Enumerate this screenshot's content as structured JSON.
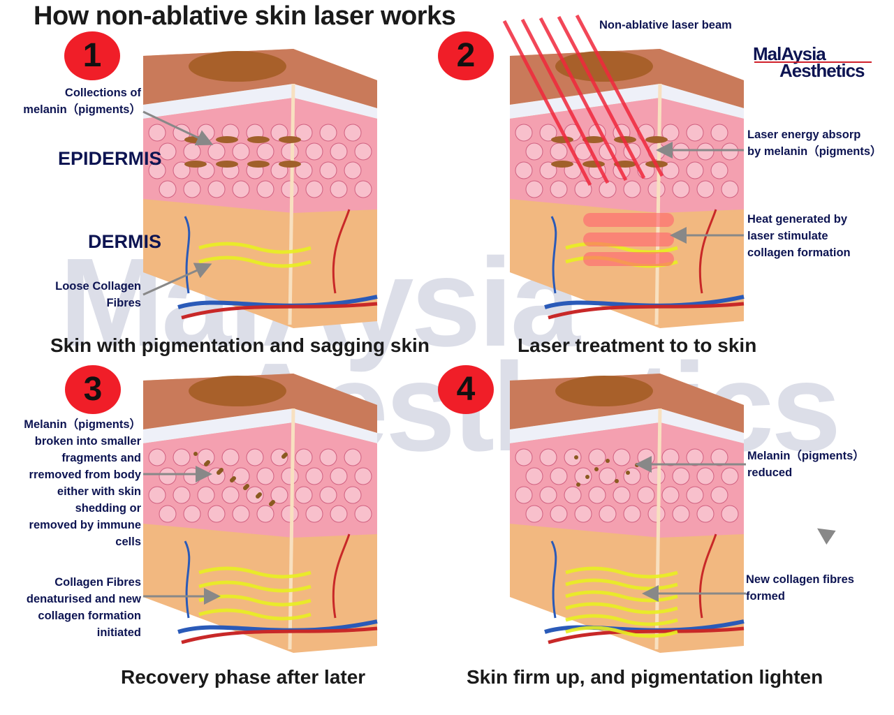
{
  "title": "How non-ablative skin laser works",
  "logo": {
    "line1": "MalAysia",
    "line2": "Aesthetics"
  },
  "watermark": {
    "line1": "MalAysia",
    "line2": "Aesthetics"
  },
  "panels": [
    {
      "number": "1",
      "caption": "Skin with pigmentation and sagging skin",
      "labels": {
        "melanin": [
          "Collections of",
          "melanin（pigments）"
        ],
        "epidermis": "EPIDERMIS",
        "dermis": "DERMIS",
        "collagen": [
          "Loose Collagen",
          "Fibres"
        ]
      }
    },
    {
      "number": "2",
      "caption": "Laser treatment to to skin",
      "labels": {
        "beam": "Non-ablative laser beam",
        "absorb": [
          "Laser energy absorp",
          "by melanin（pigments）"
        ],
        "heat": [
          "Heat generated by",
          "laser stimulate",
          "collagen formation"
        ]
      }
    },
    {
      "number": "3",
      "caption": "Recovery phase after later",
      "labels": {
        "melanin": [
          "Melanin（pigments）",
          "broken into smaller",
          "fragments and",
          "rremoved from body",
          "either with skin",
          "shedding or",
          "removed by immune",
          "cells"
        ],
        "collagen": [
          "Collagen Fibres",
          "denaturised and new",
          "collagen formation",
          "initiated"
        ]
      }
    },
    {
      "number": "4",
      "caption": "Skin firm up, and pigmentation lighten",
      "labels": {
        "melanin": [
          "Melanin（pigments）",
          "reduced"
        ],
        "collagen": [
          "New collagen fibres",
          "formed"
        ]
      }
    }
  ],
  "colors": {
    "text": "#0d1452",
    "badge": "#f01e28",
    "laser": "#f0283c",
    "collagen": "#e8f020"
  }
}
